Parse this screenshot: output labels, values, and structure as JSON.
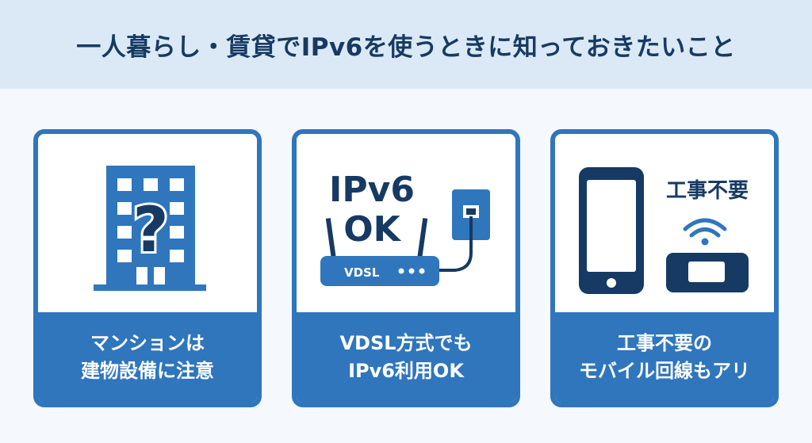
{
  "title": "一人暮らし・賃貸でIPv6を使うときに知っておきたいこと",
  "colors": {
    "primary": "#2f76bd",
    "dark": "#163a63",
    "header_bg": "#dbe9f6"
  },
  "cards": [
    {
      "icon": "building-question-icon",
      "question_mark": "?",
      "caption_line1": "マンションは",
      "caption_line2": "建物設備に注意"
    },
    {
      "icon": "router-vdsl-icon",
      "badge_line1": "IPv6",
      "badge_line2": "OK",
      "router_label": "VDSL",
      "caption_line1": "VDSL方式でも",
      "caption_line2": "IPv6利用OK"
    },
    {
      "icon": "mobile-wifi-icon",
      "label": "工事不要",
      "caption_line1": "工事不要の",
      "caption_line2": "モバイル回線もアリ"
    }
  ]
}
